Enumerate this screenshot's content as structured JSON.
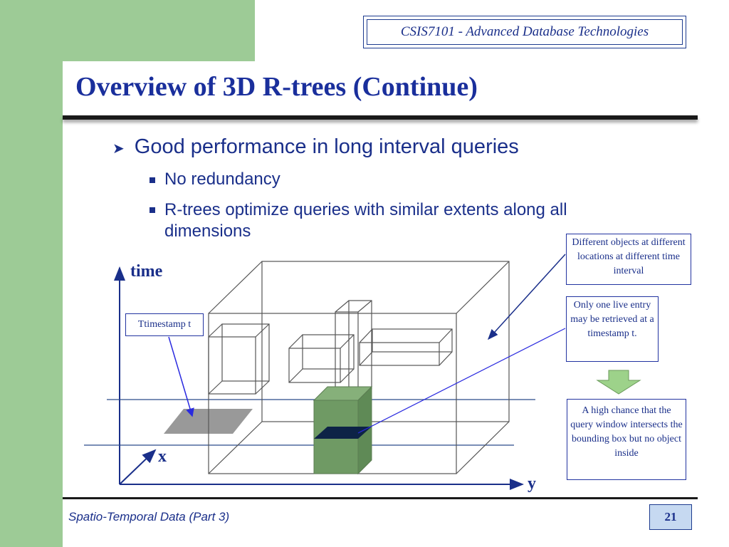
{
  "header": {
    "course": "CSIS7101 - Advanced Database Technologies"
  },
  "slide": {
    "title": "Overview of 3D R-trees (Continue)",
    "bullet_main": "Good performance in long interval queries",
    "sub_bullets": [
      "No redundancy",
      "R-trees optimize queries with similar extents along all dimensions"
    ]
  },
  "diagram": {
    "axes": {
      "time": "time",
      "x": "x",
      "y": "y"
    },
    "callouts": {
      "different_objects": "Different objects at different locations at different time interval",
      "only_one": "Only one live entry may be retrieved at a timestamp t.",
      "high_chance": "A high chance that the query window intersects the bounding box but no object inside",
      "timestamp": "Ttimestamp t"
    },
    "colors": {
      "accent": "#1a2f8a",
      "query_box": "#6f9a64",
      "plane": "#999999",
      "arrow_fill": "#9dd28a"
    }
  },
  "footer": {
    "text": "Spatio-Temporal Data (Part 3)",
    "page": "21"
  }
}
